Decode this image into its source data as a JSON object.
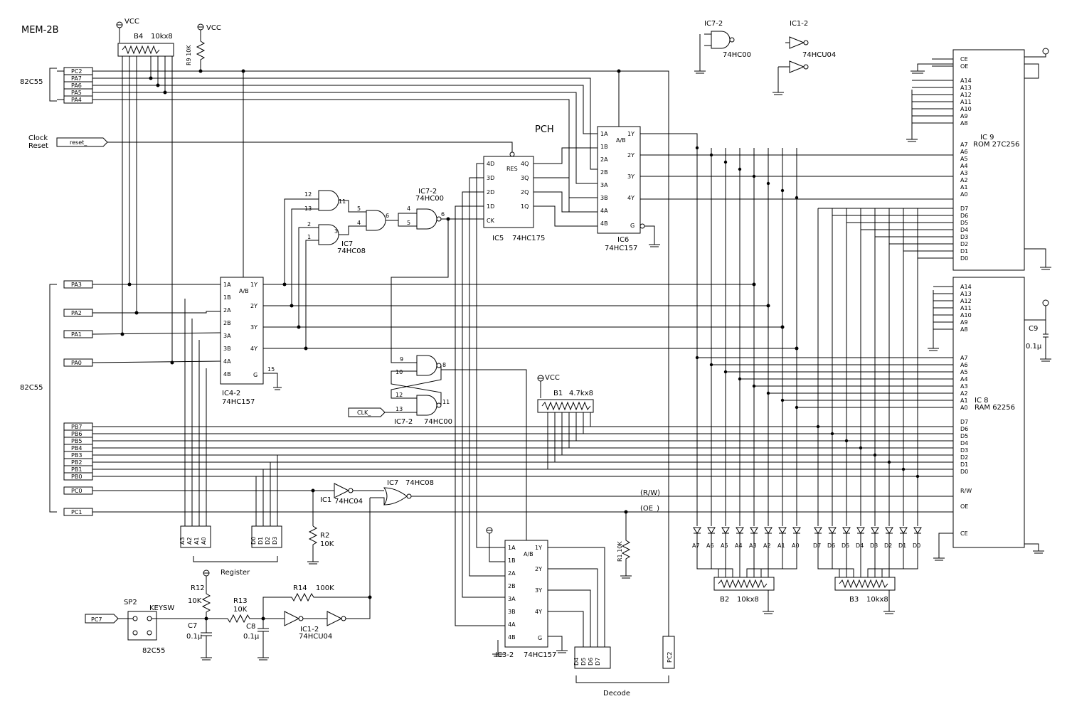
{
  "title": "MEM-2B",
  "vcc": "VCC",
  "port_82c55": "82C55",
  "ports_top": [
    "PC2",
    "PA7",
    "PA6",
    "PA5",
    "PA4"
  ],
  "ports_mid": [
    "PA3",
    "PA2",
    "PA1",
    "PA0"
  ],
  "ports_pb": [
    "PB7",
    "PB6",
    "PB5",
    "PB4",
    "PB3",
    "PB2",
    "PB1",
    "PB0"
  ],
  "ports_pc": [
    "PC0",
    "PC1"
  ],
  "pc7": "PC7",
  "clock_reset": [
    "Clock",
    "Reset"
  ],
  "reset_sig": "reset_",
  "clk_sig": "CLK_",
  "pch": "PCH",
  "rw": "(R/W)",
  "oe": "(OE_)",
  "register": "Register",
  "decode": "Decode",
  "keysw": "KEYSW",
  "sp2": "SP2",
  "resistors": {
    "b4": "B4",
    "b4v": "10kx8",
    "b1": "B1",
    "b1v": "4.7kx8",
    "b2": "B2",
    "b2v": "10kx8",
    "b3": "B3",
    "b3v": "10kx8",
    "r9": "R9 10K",
    "r2": "R2",
    "r2v": "10K",
    "r1": "R1 10K",
    "r12": "R12",
    "r12v": "10K",
    "r13": "R13",
    "r13v": "10K",
    "r14": "R14",
    "r14v": "100K"
  },
  "caps": {
    "c7": "C7",
    "c7v": "0.1μ",
    "c8": "C8",
    "c8v": "0.1μ",
    "c9": "C9",
    "c9v": "0.1μ"
  },
  "chips": {
    "ic4": "IC4-2",
    "ic4t": "74HC157",
    "ic6": "IC6",
    "ic6t": "74HC157",
    "ic5": "IC5",
    "ic5t": "74HC175",
    "ic3": "IC3-2",
    "ic3t": "74HC157",
    "ic7": "IC7",
    "ic7t": "74HC08",
    "ic72": "IC7-2",
    "ic72t": "74HC00",
    "ic12": "IC1-2",
    "ic12t": "74HCU04",
    "ic1": "IC1",
    "ic1t": "74HC04",
    "ic9": "IC 9",
    "ic9t": "ROM 27C256",
    "ic8": "IC 8",
    "ic8t": "RAM 62256"
  },
  "mux_pins_left": [
    "1A",
    "1B",
    "2A",
    "2B",
    "3A",
    "3B",
    "4A",
    "4B"
  ],
  "mux_pins_right": [
    "1Y",
    "2Y",
    "3Y",
    "4Y"
  ],
  "mux_sel": "A/B",
  "mux_g": "G",
  "ff_pins_left": [
    "4D",
    "3D",
    "2D",
    "1D",
    "CK"
  ],
  "ff_pins_right": [
    "4Q",
    "3Q",
    "2Q",
    "1Q"
  ],
  "ff_res": "RES",
  "addr_hi": [
    "A14",
    "A13",
    "A12",
    "A11",
    "A10",
    "A9",
    "A8"
  ],
  "addr_lo": [
    "A7",
    "A6",
    "A5",
    "A4",
    "A3",
    "A2",
    "A1",
    "A0"
  ],
  "data": [
    "D7",
    "D6",
    "D5",
    "D4",
    "D3",
    "D2",
    "D1",
    "D0"
  ],
  "rom_ctl": [
    "CE",
    "OE"
  ],
  "ram_ctl": [
    "R/W",
    "OE",
    "CE"
  ],
  "reg_a": [
    "A3",
    "A2",
    "A1",
    "A0"
  ],
  "reg_d": [
    "D0",
    "D1",
    "D2",
    "D3"
  ],
  "dec_d": [
    "D4",
    "D5",
    "D6",
    "D7"
  ],
  "pc2_box": "PC2",
  "led_a": [
    "A7",
    "A6",
    "A5",
    "A4",
    "A3",
    "A2",
    "A1",
    "A0"
  ],
  "led_d": [
    "D7",
    "D6",
    "D5",
    "D4",
    "D3",
    "D2",
    "D1",
    "D0"
  ]
}
